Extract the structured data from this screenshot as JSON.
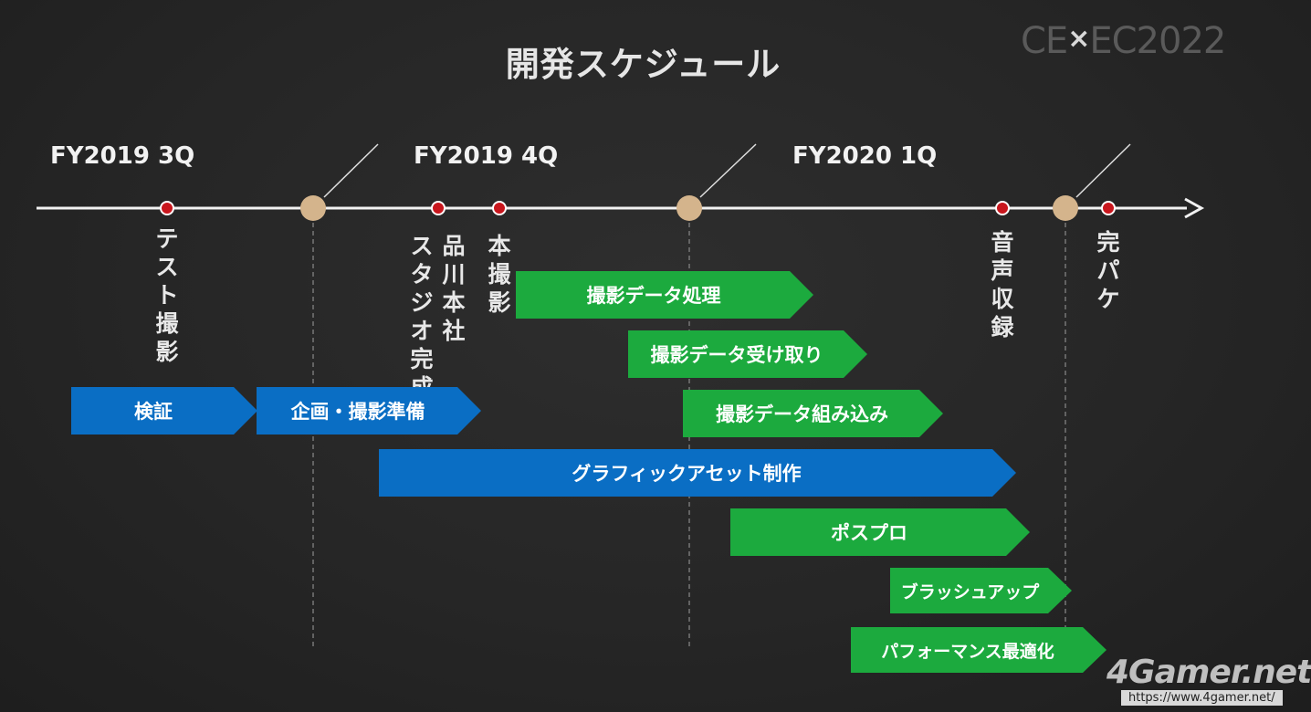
{
  "title": "開発スケジュール",
  "logo": {
    "left": "CE",
    "mark": "×",
    "right": "EC2022"
  },
  "quarters": [
    "FY2019 3Q",
    "FY2019 4Q",
    "FY2020 1Q"
  ],
  "milestones": {
    "test_shoot": "テスト撮影",
    "studio_col1": "品川本社",
    "studio_col2": "スタジオ完成",
    "main_shoot": "本撮影",
    "sound": "音声収録",
    "complete": "完パケ"
  },
  "tasks": {
    "t0": "検証",
    "t1": "企画・撮影準備",
    "t2": "撮影データ処理",
    "t3": "撮影データ受け取り",
    "t4": "撮影データ組み込み",
    "t5": "グラフィックアセット制作",
    "t6": "ポスプロ",
    "t7": "ブラッシュアップ",
    "t8": "パフォーマンス最適化"
  },
  "watermark": "4Gamer.net",
  "url": "https://www.4gamer.net/",
  "colors": {
    "blue": "#0a6ec4",
    "green": "#1caa3e",
    "milestone": "#c8161d",
    "quarter_marker": "#d4b48c"
  }
}
